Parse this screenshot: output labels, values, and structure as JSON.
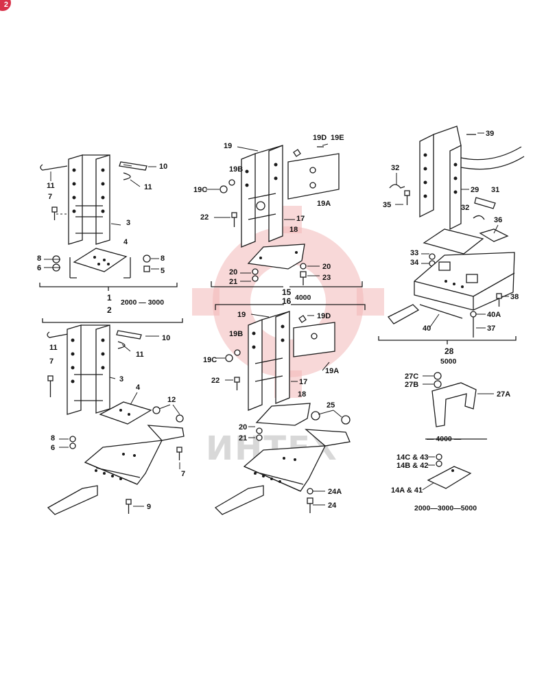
{
  "badge": "2",
  "watermark": {
    "text": "ИНТЕХ",
    "color": "#f2b8b8"
  },
  "captions": {
    "grp1": "1",
    "grp1_model": "2000 — 3000",
    "grp2": "2",
    "grp15": "15",
    "grp16": "16",
    "grp15_model": "4000",
    "grp28": "28",
    "grp28_model": "5000",
    "model_4000": "— 4000 —",
    "model_all": "2000—3000—5000"
  },
  "part_labels": [
    {
      "id": "p11a",
      "text": "11"
    },
    {
      "id": "p10a",
      "text": "10"
    },
    {
      "id": "p11b",
      "text": "11"
    },
    {
      "id": "p7a",
      "text": "7"
    },
    {
      "id": "p3a",
      "text": "3"
    },
    {
      "id": "p4a",
      "text": "4"
    },
    {
      "id": "p8a",
      "text": "8"
    },
    {
      "id": "p6a",
      "text": "6"
    },
    {
      "id": "p8b",
      "text": "8"
    },
    {
      "id": "p5a",
      "text": "5"
    },
    {
      "id": "p19",
      "text": "19"
    },
    {
      "id": "p19d",
      "text": "19D"
    },
    {
      "id": "p19e",
      "text": "19E"
    },
    {
      "id": "p19b",
      "text": "19B"
    },
    {
      "id": "p19c",
      "text": "19C"
    },
    {
      "id": "p19a",
      "text": "19A"
    },
    {
      "id": "p22",
      "text": "22"
    },
    {
      "id": "p17",
      "text": "17"
    },
    {
      "id": "p18",
      "text": "18"
    },
    {
      "id": "p20a",
      "text": "20"
    },
    {
      "id": "p20b",
      "text": "20"
    },
    {
      "id": "p21",
      "text": "21"
    },
    {
      "id": "p23",
      "text": "23"
    },
    {
      "id": "p39",
      "text": "39"
    },
    {
      "id": "p32a",
      "text": "32"
    },
    {
      "id": "p29",
      "text": "29"
    },
    {
      "id": "p31",
      "text": "31"
    },
    {
      "id": "p35",
      "text": "35"
    },
    {
      "id": "p32b",
      "text": "32"
    },
    {
      "id": "p36",
      "text": "36"
    },
    {
      "id": "p33",
      "text": "33"
    },
    {
      "id": "p34",
      "text": "34"
    },
    {
      "id": "p38",
      "text": "38"
    },
    {
      "id": "p40a",
      "text": "40A"
    },
    {
      "id": "p40",
      "text": "40"
    },
    {
      "id": "p37",
      "text": "37"
    },
    {
      "id": "p11c",
      "text": "11"
    },
    {
      "id": "p10b",
      "text": "10"
    },
    {
      "id": "p11d",
      "text": "11"
    },
    {
      "id": "p7b",
      "text": "7"
    },
    {
      "id": "p3b",
      "text": "3"
    },
    {
      "id": "p4b",
      "text": "4"
    },
    {
      "id": "p12",
      "text": "12"
    },
    {
      "id": "p8c",
      "text": "8"
    },
    {
      "id": "p6b",
      "text": "6"
    },
    {
      "id": "p7c",
      "text": "7"
    },
    {
      "id": "p9",
      "text": "9"
    },
    {
      "id": "p19f",
      "text": "19"
    },
    {
      "id": "p19g",
      "text": "19D"
    },
    {
      "id": "p19h",
      "text": "19B"
    },
    {
      "id": "p19i",
      "text": "19C"
    },
    {
      "id": "p19j",
      "text": "19A"
    },
    {
      "id": "p22b",
      "text": "22"
    },
    {
      "id": "p17b",
      "text": "17"
    },
    {
      "id": "p18b",
      "text": "18"
    },
    {
      "id": "p25",
      "text": "25"
    },
    {
      "id": "p20c",
      "text": "20"
    },
    {
      "id": "p21b",
      "text": "21"
    },
    {
      "id": "p24a",
      "text": "24A"
    },
    {
      "id": "p24",
      "text": "24"
    },
    {
      "id": "p27c",
      "text": "27C"
    },
    {
      "id": "p27b",
      "text": "27B"
    },
    {
      "id": "p27a",
      "text": "27A"
    },
    {
      "id": "p14c",
      "text": "14C & 43"
    },
    {
      "id": "p14b",
      "text": "14B & 42"
    },
    {
      "id": "p14a",
      "text": "14A & 41"
    }
  ]
}
